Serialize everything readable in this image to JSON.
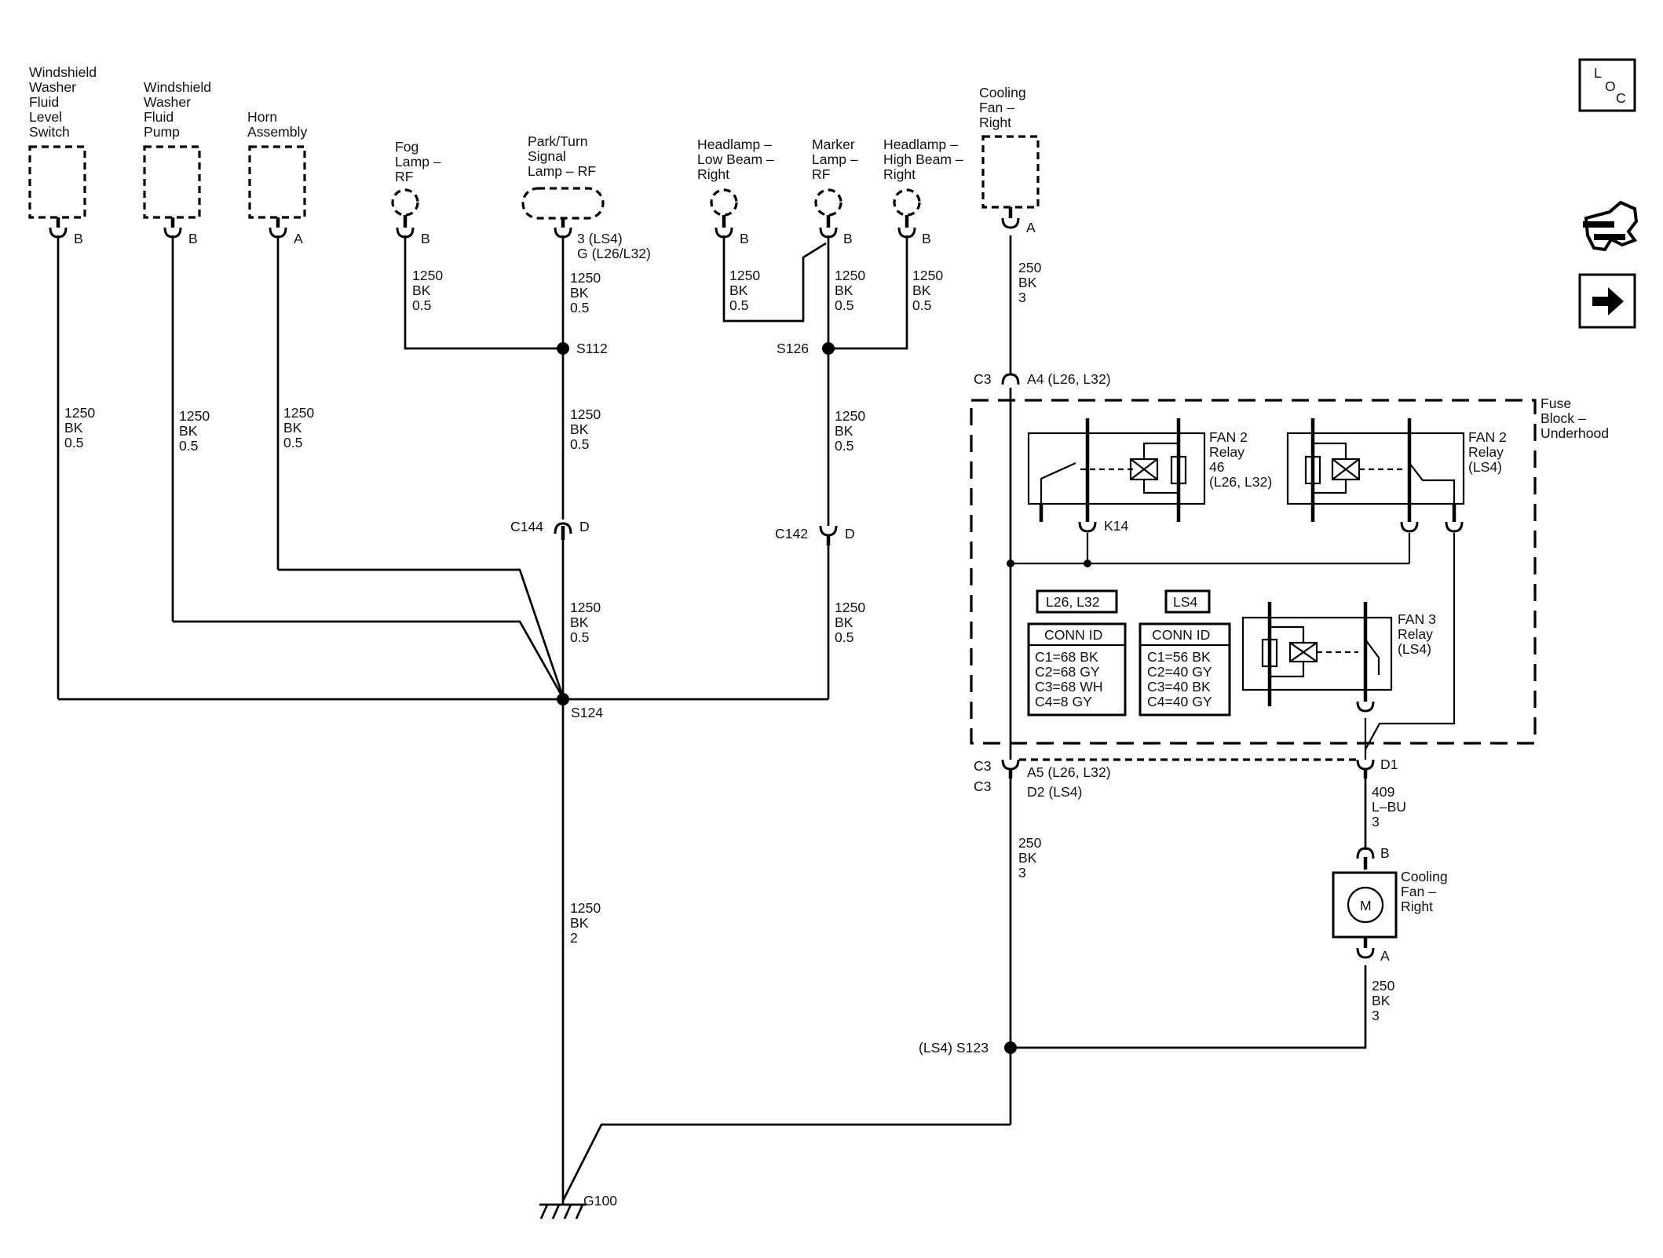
{
  "components": {
    "wwf_level_switch": {
      "name": [
        "Windshield",
        "Washer",
        "Fluid",
        "Level",
        "Switch"
      ],
      "pin": "B"
    },
    "wwf_pump": {
      "name": [
        "Windshield",
        "Washer",
        "Fluid",
        "Pump"
      ],
      "pin": "B"
    },
    "horn": {
      "name": [
        "Horn",
        "Assembly"
      ],
      "pin": "A"
    },
    "fog_lamp": {
      "name": [
        "Fog",
        "Lamp –",
        "RF"
      ],
      "pin": "B"
    },
    "park_turn": {
      "name": [
        "Park/Turn",
        "Signal",
        "Lamp – RF"
      ],
      "pin": [
        "3 (LS4)",
        "G (L26/L32)"
      ]
    },
    "low_beam": {
      "name": [
        "Headlamp –",
        "Low Beam –",
        "Right"
      ],
      "pin": "B"
    },
    "marker": {
      "name": [
        "Marker",
        "Lamp –",
        "RF"
      ],
      "pin": "B"
    },
    "high_beam": {
      "name": [
        "Headlamp –",
        "High Beam –",
        "Right"
      ],
      "pin": "B"
    },
    "cooling_fan_conn": {
      "name": [
        "Cooling",
        "Fan –",
        "Right"
      ],
      "pin": "A"
    },
    "cooling_fan_motor": {
      "name": [
        "Cooling",
        "Fan –",
        "Right"
      ],
      "symbol": "M",
      "pin_top": "B",
      "pin_bottom": "A"
    },
    "fuse_block": {
      "name": [
        "Fuse",
        "Block –",
        "Underhood"
      ]
    },
    "fan2_relay_a": {
      "name": [
        "FAN 2",
        "Relay",
        "46",
        "(L26, L32)"
      ]
    },
    "fan2_relay_b": {
      "name": [
        "FAN 2",
        "Relay",
        "(LS4)"
      ]
    },
    "fan3_relay": {
      "name": [
        "FAN 3",
        "Relay",
        "(LS4)"
      ]
    }
  },
  "wires": {
    "wwf_level": [
      "1250",
      "BK",
      "0.5"
    ],
    "wwf_pump": [
      "1250",
      "BK",
      "0.5"
    ],
    "horn": [
      "1250",
      "BK",
      "0.5"
    ],
    "fog": [
      "1250",
      "BK",
      "0.5"
    ],
    "park_turn": [
      "1250",
      "BK",
      "0.5"
    ],
    "low_beam": [
      "1250",
      "BK",
      "0.5"
    ],
    "marker": [
      "1250",
      "BK",
      "0.5"
    ],
    "high_beam": [
      "1250",
      "BK",
      "0.5"
    ],
    "s112_down": [
      "1250",
      "BK",
      "0.5"
    ],
    "s126_down": [
      "1250",
      "BK",
      "0.5"
    ],
    "c144_down": [
      "1250",
      "BK",
      "0.5"
    ],
    "c142_down": [
      "1250",
      "BK",
      "0.5"
    ],
    "ground_main": [
      "1250",
      "BK",
      "2"
    ],
    "fan_conn": [
      "250",
      "BK",
      "3"
    ],
    "fuse_out": [
      "250",
      "BK",
      "3"
    ],
    "fan_feed": [
      "409",
      "L–BU",
      "3"
    ],
    "fan_ground": [
      "250",
      "BK",
      "3"
    ]
  },
  "splices": {
    "s112": "S112",
    "s126": "S126",
    "s124": "S124",
    "s123": "(LS4) S123"
  },
  "connectors": {
    "c144": {
      "id": "C144",
      "pin": "D"
    },
    "c142": {
      "id": "C142",
      "pin": "D"
    },
    "c3_top": {
      "id": "C3",
      "pin": "A4 (L26, L32)"
    },
    "c3_bottom": {
      "id": [
        "C3",
        "C3"
      ],
      "pin": [
        "A5 (L26, L32)",
        "D2 (LS4)"
      ]
    },
    "d1": "D1",
    "k14": "K14"
  },
  "ground": "G100",
  "option_tags": [
    "L26, L32",
    "LS4"
  ],
  "conn_tables": [
    {
      "header": "CONN ID",
      "rows": [
        "C1=68 BK",
        "C2=68 GY",
        "C3=68 WH",
        "C4=8 GY"
      ]
    },
    {
      "header": "CONN ID",
      "rows": [
        "C1=56 BK",
        "C2=40 GY",
        "C3=40 BK",
        "C4=40 GY"
      ]
    }
  ],
  "side_icons": {
    "loc": {
      "icon": "loc-icon",
      "letters": [
        "L",
        "O",
        "C"
      ]
    },
    "harness": {
      "icon": "harness-routing-icon"
    },
    "next": {
      "icon": "arrow-right-icon"
    }
  }
}
